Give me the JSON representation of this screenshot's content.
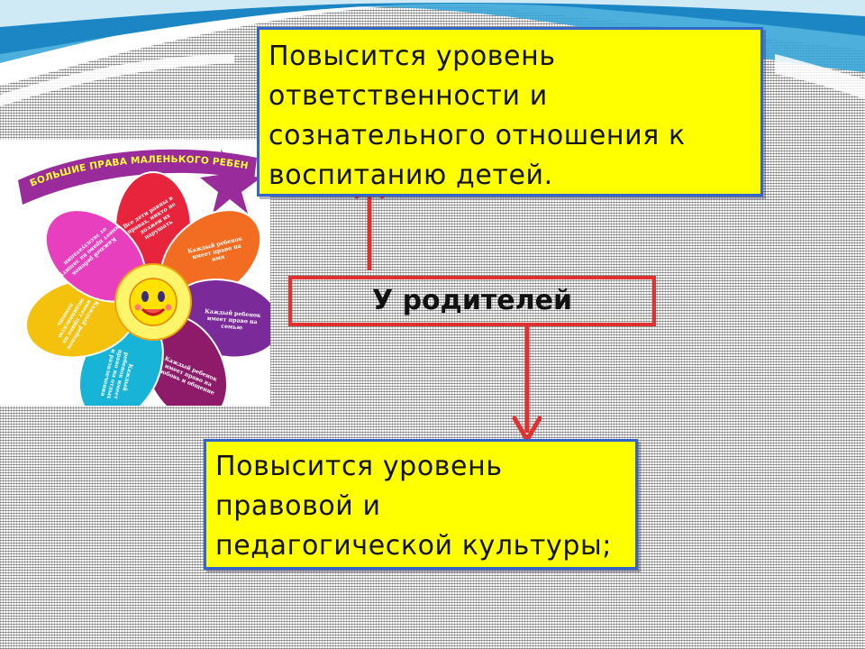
{
  "colors": {
    "card_fill": "#ffff00",
    "card_border": "#3366cc",
    "arrow": "#e03030",
    "wave_blue": "#3aa7d8",
    "wave_light": "#cfe9f5"
  },
  "cards": {
    "top": [
      "Повысится уровень",
      "ответственности и",
      "сознательного отношения к",
      "воспитанию детей."
    ],
    "bottom": [
      "Повысится уровень",
      "правовой и",
      "педагогической культуры;"
    ]
  },
  "center_label": "У родителей",
  "poster": {
    "title": "БОЛЬШИЕ ПРАВА МАЛЕНЬКОГО РЕБЕНКА",
    "petals": [
      {
        "lines": [
          "Все дети равны в",
          "правах, никто не",
          "должен их",
          "нарушать"
        ],
        "color": "#e8233c"
      },
      {
        "lines": [
          "Каждый ребенок",
          "имеет право на",
          "имя"
        ],
        "color": "#f26d22"
      },
      {
        "lines": [
          "Каждый ребенок",
          "имеет право на",
          "семью"
        ],
        "color": "#7b2a9a"
      },
      {
        "lines": [
          "Каждый ребенок",
          "имеет право на",
          "любовь и общение"
        ],
        "color": "#8e1a6a"
      },
      {
        "lines": [
          "Каждый",
          "ребенок имеет",
          "право на отдых",
          "и развлечения"
        ],
        "color": "#17b4d8"
      },
      {
        "lines": [
          "Каждый ребенок",
          "имеет право на",
          "медицинскую",
          "помощь"
        ],
        "color": "#f4c20d"
      },
      {
        "lines": [
          "Каждый ребенок",
          "имеет право на защиту",
          "от эксплуатации"
        ],
        "color": "#e83fbf"
      }
    ]
  }
}
